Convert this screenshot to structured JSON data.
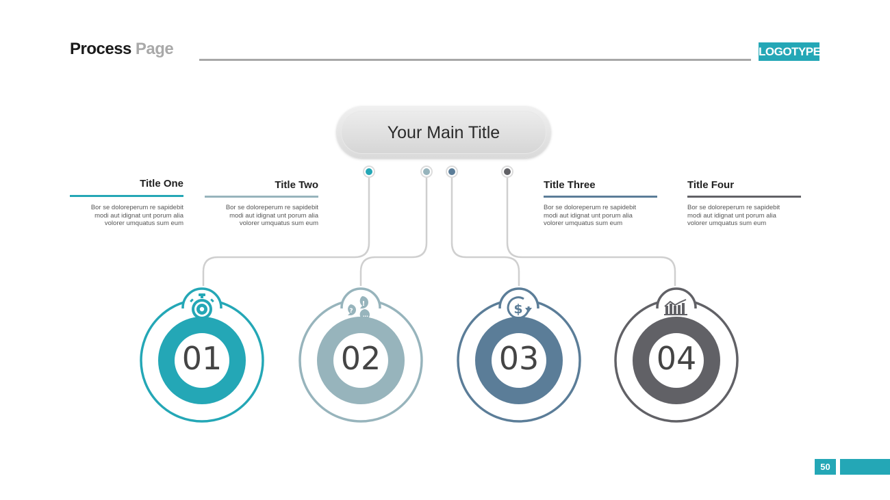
{
  "header": {
    "title_part1": "Process",
    "title_part2": "Page",
    "logo": "LOGOTYPE"
  },
  "main_title": "Your Main Title",
  "steps": [
    {
      "number": "01",
      "title": "Title One",
      "text_lines": [
        "Bor se doloreperum re sapidebit",
        "modi aut idignat unt porum alia",
        "volorer umquatus sum eum"
      ],
      "color": "#24a7b6",
      "icon": "stopwatch-gear-icon"
    },
    {
      "number": "02",
      "title": "Title Two",
      "text_lines": [
        "Bor se doloreperum re sapidebit",
        "modi aut idignat unt porum alia",
        "volorer umquatus sum eum"
      ],
      "color": "#97b4bc",
      "icon": "chat-bubbles-icon"
    },
    {
      "number": "03",
      "title": "Title Three",
      "text_lines": [
        "Bor se doloreperum re sapidebit",
        "modi aut idignat unt porum alia",
        "volorer umquatus sum eum"
      ],
      "color": "#5b7d98",
      "icon": "dollar-refresh-icon"
    },
    {
      "number": "04",
      "title": "Title Four",
      "text_lines": [
        "Bor se doloreperum re sapidebit",
        "modi aut idignat unt porum alia",
        "volorer umquatus sum eum"
      ],
      "color": "#616166",
      "icon": "bar-chart-icon"
    }
  ],
  "page_number": "50"
}
